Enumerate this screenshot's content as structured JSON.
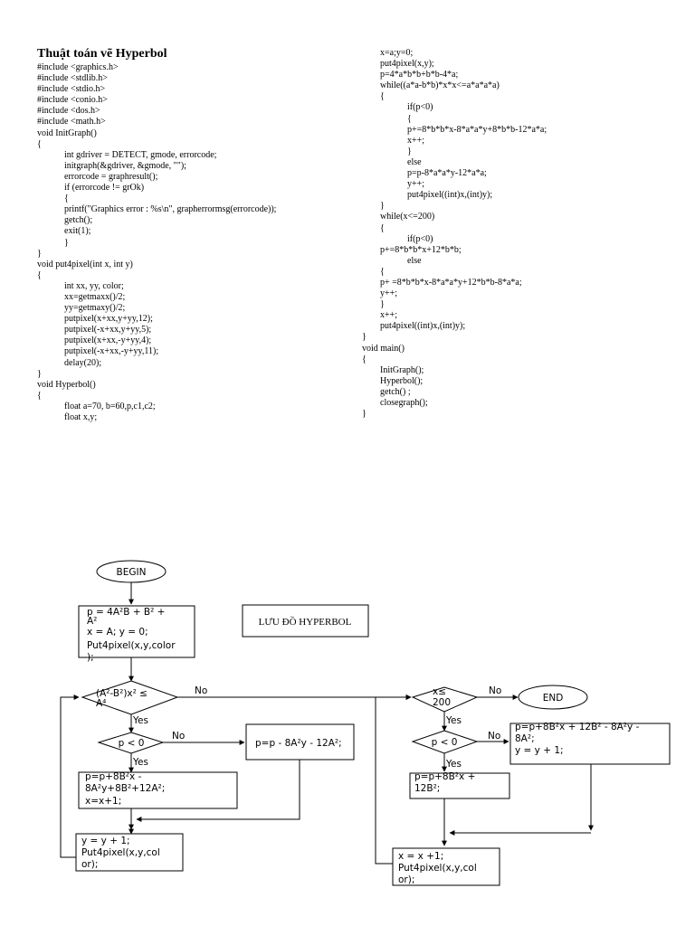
{
  "document": {
    "title": "Thuật toán vẽ Hyperbol",
    "code_left": [
      "#include <graphics.h>",
      "#include <stdlib.h>",
      "#include <stdio.h>",
      "#include <conio.h>",
      "#include <dos.h>",
      "#include <math.h>",
      "void InitGraph()",
      "{",
      "            int gdriver = DETECT, gmode, errorcode;",
      "            initgraph(&gdriver, &gmode, \"\");",
      "            errorcode = graphresult();",
      "            if (errorcode != grOk)",
      "            {",
      "            printf(\"Graphics error : %s\\n\", grapherrormsg(errorcode));",
      "            getch();",
      "            exit(1);",
      "            }",
      "}",
      "void put4pixel(int x, int y)",
      "{",
      "            int xx, yy, color;",
      "            xx=getmaxx()/2;",
      "            yy=getmaxy()/2;",
      "            putpixel(x+xx,y+yy,12);",
      "            putpixel(-x+xx,y+yy,5);",
      "            putpixel(x+xx,-y+yy,4);",
      "            putpixel(-x+xx,-y+yy,11);",
      "            delay(20);",
      "}",
      "void Hyperbol()",
      "{",
      "            float a=70, b=60,p,c1,c2;",
      "            float x,y;"
    ],
    "code_right": [
      "        x=a;y=0;",
      "        put4pixel(x,y);",
      "        p=4*a*b*b+b*b-4*a;",
      "        while((a*a-b*b)*x*x<=a*a*a*a)",
      "        {",
      "                    if(p<0)",
      "                    {",
      "                    p+=8*b*b*x-8*a*a*y+8*b*b-12*a*a;",
      "                    x++;",
      "                    }",
      "                    else",
      "                    p=p-8*a*a*y-12*a*a;",
      "                    y++;",
      "                    put4pixel((int)x,(int)y);",
      "        }",
      "        while(x<=200)",
      "        {",
      "                    if(p<0)",
      "        p+=8*b*b*x+12*b*b;",
      "                    else",
      "        {",
      "        p+ =8*b*b*x-8*a*a*y+12*b*b-8*a*a;",
      "        y++;",
      "        }",
      "        x++;",
      "        put4pixel((int)x,(int)y);",
      "}",
      "void main()",
      "{",
      "        InitGraph();",
      "        Hyperbol();",
      "        getch() ;",
      "        closegraph();",
      "}"
    ]
  },
  "flowchart": {
    "title": "LƯU ĐỒ HYPERBOL",
    "begin": "BEGIN",
    "end": "END",
    "init_box": [
      "p = 4A²B + B² +",
      "A²",
      "x = A;  y = 0;",
      "Put4pixel(x,y,color",
      ");"
    ],
    "cond1": [
      "(A²-B²)x² ≤",
      "A⁴"
    ],
    "cond_p1": "p < 0",
    "update_no1": "p=p - 8A²y - 12A²;",
    "update_yes1": [
      "p=p+8B²x -",
      "8A²y+8B²+12A²;",
      "x=x+1;"
    ],
    "step_y": [
      "y = y + 1;",
      "Put4pixel(x,y,col",
      "or);"
    ],
    "cond2": [
      "x≤",
      "200"
    ],
    "cond_p2": "p < 0",
    "update_no2": [
      "p=p+8B²x + 12B² - 8A²y -",
      "8A²;",
      "y = y + 1;"
    ],
    "update_yes2": [
      "p=p+8B²x +",
      "12B²;"
    ],
    "step_x": [
      "x = x +1;",
      "Put4pixel(x,y,col",
      "or);"
    ],
    "labels": {
      "yes": "Yes",
      "no": "No"
    }
  }
}
